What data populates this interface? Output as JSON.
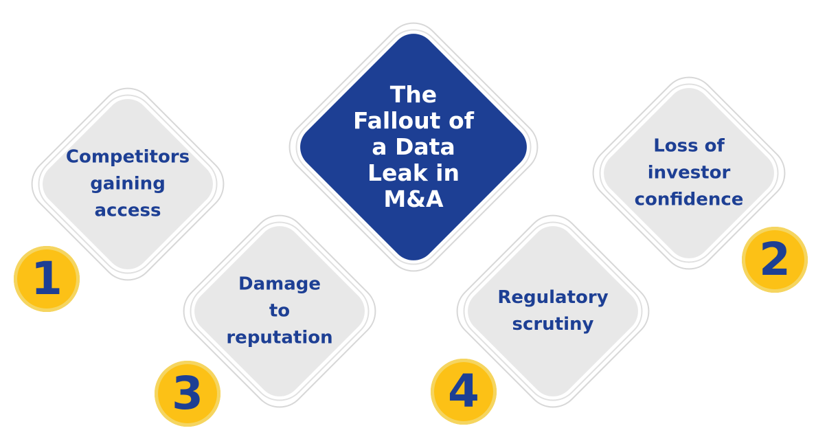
{
  "diagram": {
    "center": {
      "title": "The\nFallout of\na Data\nLeak in\nM&A"
    },
    "items": [
      {
        "number": "1",
        "text": "Competitors\ngaining\naccess"
      },
      {
        "number": "2",
        "text": "Loss of\ninvestor\nconfidence"
      },
      {
        "number": "3",
        "text": "Damage to\nreputation"
      },
      {
        "number": "4",
        "text": "Regulatory\nscrutiny"
      }
    ],
    "colors": {
      "primary": "#1d3f94",
      "badge": "#fcc116",
      "tile": "#e8e8e8"
    }
  }
}
